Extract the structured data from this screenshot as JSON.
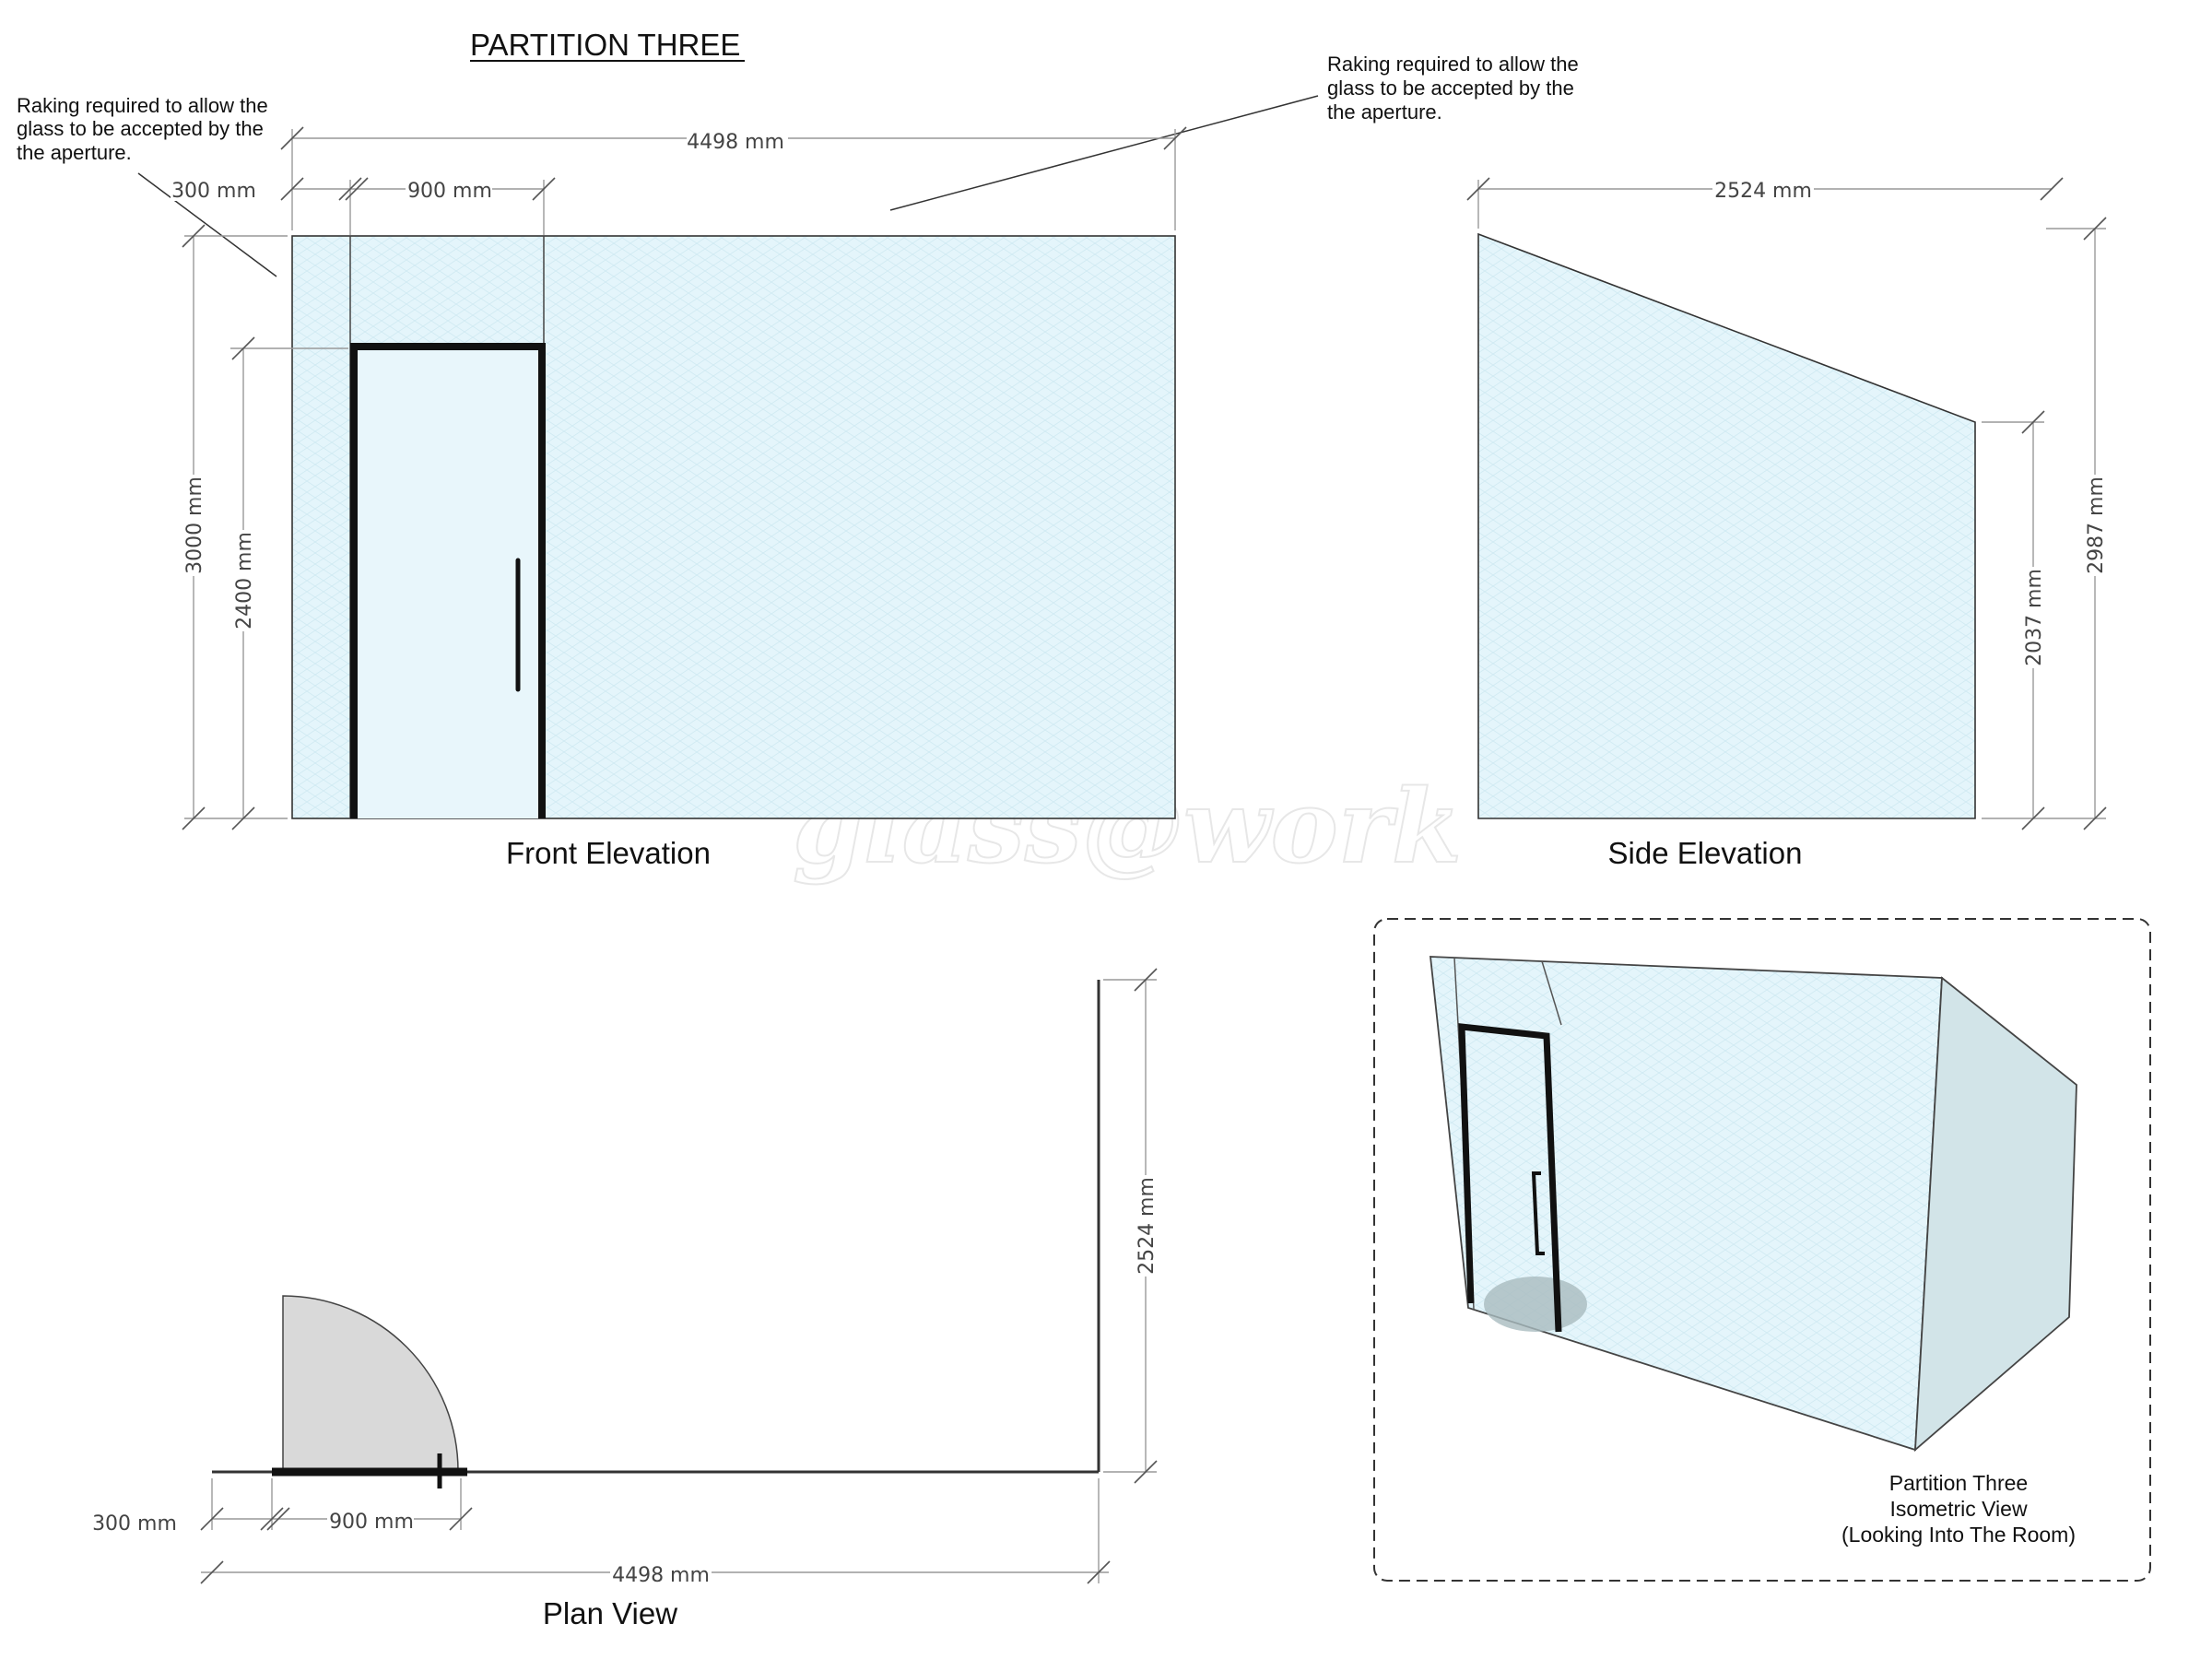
{
  "title": "PARTITION THREE",
  "notes": {
    "left": [
      "Raking required to allow the",
      "glass to be accepted by the",
      "the aperture."
    ],
    "right": [
      "Raking required to allow the",
      "glass to be accepted by the",
      "the aperture."
    ]
  },
  "front_elevation": {
    "caption": "Front Elevation",
    "dim_overall_width": "4498 mm",
    "dim_side_panel": "300 mm",
    "dim_door_width": "900 mm",
    "dim_height": "3000 mm",
    "dim_door_height": "2400 mm"
  },
  "side_elevation": {
    "caption": "Side Elevation",
    "dim_width": "2524 mm",
    "dim_tall_height": "2987 mm",
    "dim_short_height": "2037 mm"
  },
  "plan_view": {
    "caption": "Plan View",
    "dim_return": "2524 mm",
    "dim_side_panel": "300 mm",
    "dim_door_width": "900 mm",
    "dim_overall_width": "4498 mm"
  },
  "isometric": {
    "caption_lines": [
      "Partition Three",
      "Isometric View",
      "(Looking Into The Room)"
    ]
  },
  "watermark": "glass@work",
  "colors": {
    "glass": "#e6f6fb",
    "frame": "#111111",
    "door_swing": "#d9d9d9"
  }
}
